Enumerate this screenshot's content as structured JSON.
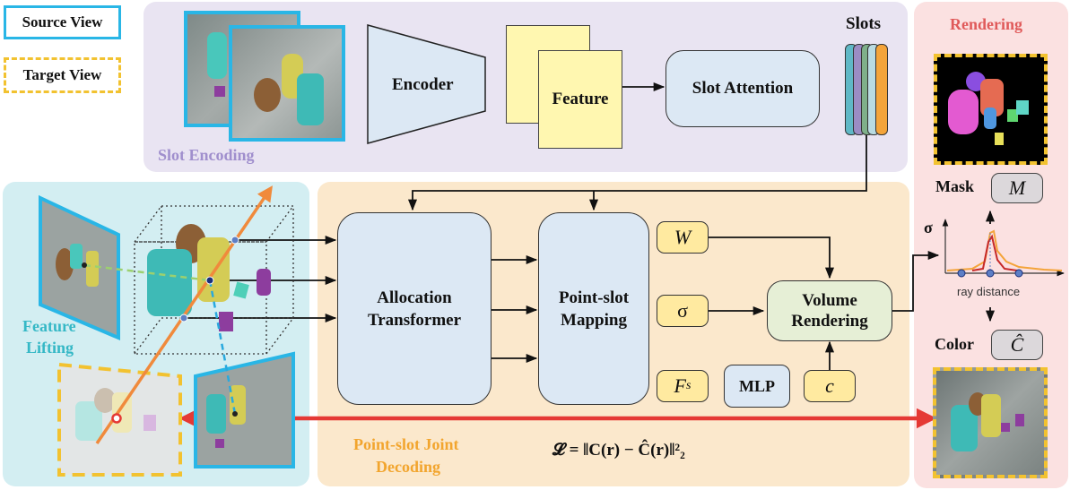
{
  "legend": {
    "source_view": "Source View",
    "target_view": "Target View"
  },
  "slot_encoding": {
    "title": "Slot Encoding",
    "encoder": "Encoder",
    "feature": "Feature",
    "slot_attention": "Slot Attention",
    "slots": "Slots"
  },
  "feature_lifting": {
    "title_line1": "Feature",
    "title_line2": "Lifting"
  },
  "decoding": {
    "title_line1": "Point-slot Joint",
    "title_line2": "Decoding",
    "allocation_line1": "Allocation",
    "allocation_line2": "Transformer",
    "mapping_line1": "Point-slot",
    "mapping_line2": "Mapping",
    "w": "W",
    "sigma": "σ",
    "fs_main": "F",
    "fs_sub": "s",
    "mlp": "MLP",
    "c": "c",
    "volume_line1": "Volume",
    "volume_line2": "Rendering",
    "loss": "𝓛 = ‖C(r) − Ĉ(r)‖²₂"
  },
  "rendering": {
    "title": "Rendering",
    "mask_label": "Mask",
    "mask_symbol": "M",
    "color_label": "Color",
    "color_symbol": "Ĉ",
    "sigma_axis": "σ",
    "ray_distance": "ray distance"
  },
  "colors": {
    "source_border": "#29b6e6",
    "target_border": "#f2c230",
    "slot_encoding_bg": "#e9e4f2",
    "feature_lifting_bg": "#d3eef2",
    "decoding_bg": "#fbe8cc",
    "rendering_bg": "#fbe1e1",
    "loss_arrow": "#e53935",
    "ray_line": "#f08a3c",
    "slot_colors": [
      "#5fb8c6",
      "#9b8cc4",
      "#7fb08a",
      "#b9dbe2",
      "#f4a43a"
    ]
  }
}
